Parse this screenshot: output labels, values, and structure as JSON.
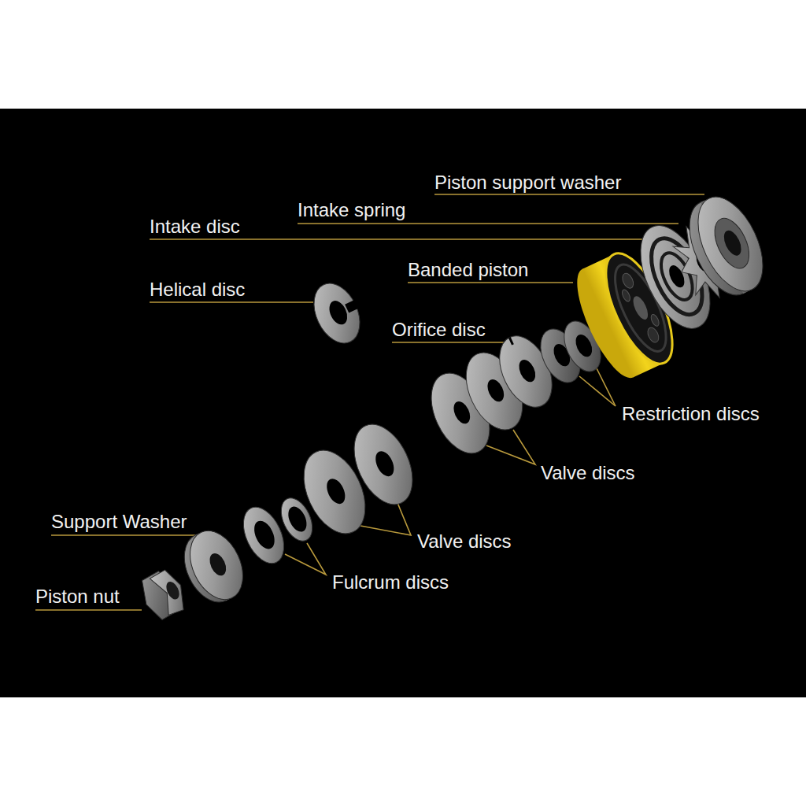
{
  "diagram": {
    "labels": [
      "Piston support washer",
      "Intake spring",
      "Intake disc",
      "Helical disc",
      "Banded piston",
      "Orifice disc",
      "Restriction discs",
      "Valve discs",
      "Valve discs",
      "Support Washer",
      "Fulcrum discs",
      "Piston nut"
    ]
  }
}
